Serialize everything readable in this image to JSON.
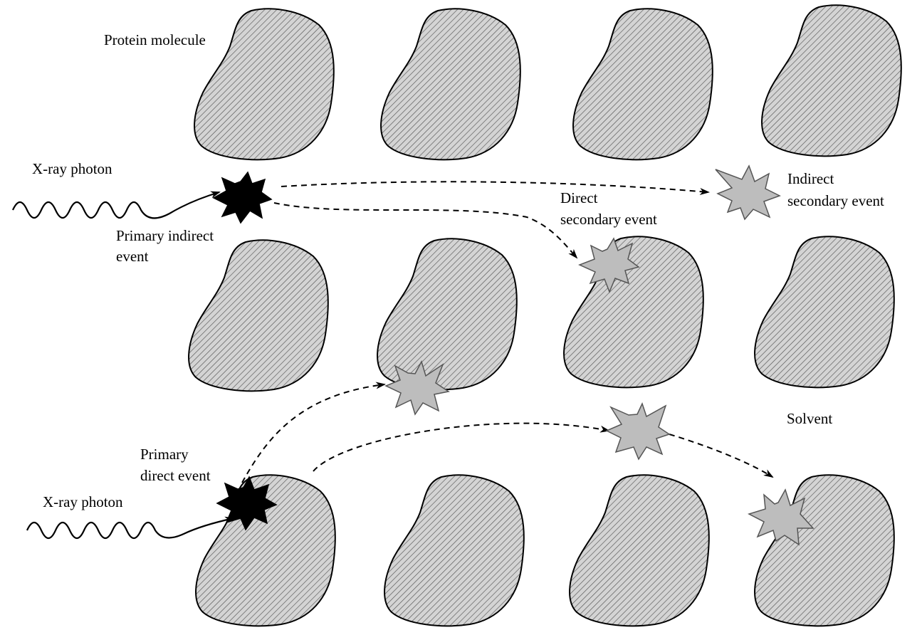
{
  "labels": {
    "protein_molecule": "Protein molecule",
    "xray_photon_top": "X-ray photon",
    "xray_photon_bottom": "X-ray photon",
    "primary_indirect_line1": "Primary indirect",
    "primary_indirect_line2": "event",
    "direct_secondary_line1": "Direct",
    "direct_secondary_line2": "secondary event",
    "indirect_secondary_line1": "Indirect",
    "indirect_secondary_line2": "secondary event",
    "solvent": "Solvent",
    "primary_direct_line1": "Primary",
    "primary_direct_line2": "direct event"
  },
  "colors": {
    "molecule_fill": "#d4d4d4",
    "hatch_line": "#555555",
    "primary_event": "#000000",
    "secondary_event": "#bdbdbd"
  }
}
